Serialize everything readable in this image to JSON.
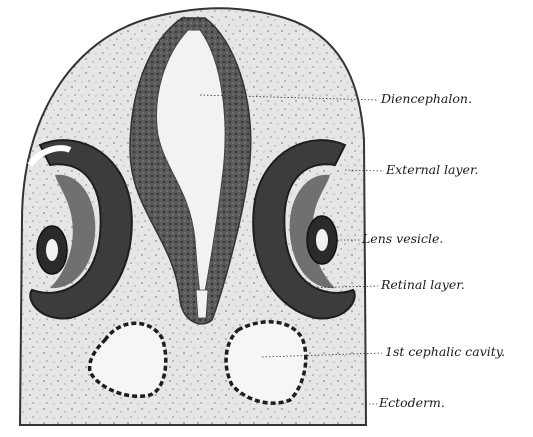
{
  "figure": {
    "labels": {
      "diencephalon": "Diencephalon.",
      "external_layer": "External layer.",
      "lens_vesicle": "Lens vesicle.",
      "retinal_layer": "Retinal layer.",
      "cephalic_cavity": "1st cephalic cavity.",
      "ectoderm": "Ectoderm."
    },
    "colors": {
      "background": "#ffffff",
      "tissue_fill": "#e4e4e4",
      "tissue_edge": "#333333",
      "neural_wall": "#555555",
      "ventricle": "#f2f2f2",
      "cup_layer": "#3c3c3c",
      "cavity_outline": "#1e1e1e"
    }
  }
}
